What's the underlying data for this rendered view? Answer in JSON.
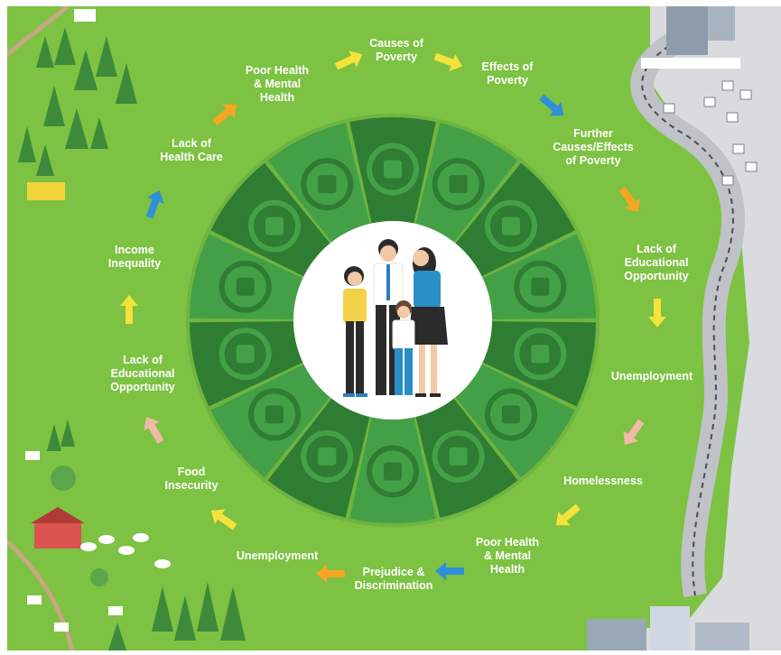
{
  "cycle_labels": [
    {
      "lines": [
        "Causes of",
        "Poverty"
      ]
    },
    {
      "lines": [
        "Effects of",
        "Poverty"
      ]
    },
    {
      "lines": [
        "Further",
        "Causes/Effects",
        "of Poverty"
      ]
    },
    {
      "lines": [
        "Lack of",
        "Educational",
        "Opportunity"
      ]
    },
    {
      "lines": [
        "Unemployment"
      ]
    },
    {
      "lines": [
        "Homelessness"
      ]
    },
    {
      "lines": [
        "Poor Health",
        "& Mental",
        "Health"
      ]
    },
    {
      "lines": [
        "Prejudice &",
        "Discrimination"
      ]
    },
    {
      "lines": [
        "Unemployment"
      ]
    },
    {
      "lines": [
        "Food",
        "Insecurity"
      ]
    },
    {
      "lines": [
        "Lack of",
        "Educational",
        "Opportunity"
      ]
    },
    {
      "lines": [
        "Income",
        "Inequality"
      ]
    },
    {
      "lines": [
        "Lack of",
        "Health Care"
      ]
    },
    {
      "lines": [
        "Poor Health",
        "& Mental",
        "Health"
      ]
    }
  ],
  "wheel_icons": [
    "puzzle-magnifier-icon",
    "arrows-cycle-icon",
    "puzzle-pieces-icon",
    "graduation-cap-icon",
    "briefcase-no-icon",
    "house-icon",
    "head-medical-icon",
    "scales-icon",
    "briefcase-no-icon",
    "fork-knife-icon",
    "graduation-cap-icon",
    "dollar-down-icon",
    "heart-pulse-icon",
    "head-medical-icon"
  ],
  "colors": {
    "background": "#7dc242",
    "wheel_dark": "#2e7d32",
    "wheel_light": "#43a047",
    "center": "#ffffff",
    "arrow_yellow": "#f5e23a",
    "arrow_orange": "#f6a623",
    "arrow_blue": "#2f8fd8",
    "arrow_pink": "#f2b8a8",
    "city_road": "#c9cbcf"
  }
}
